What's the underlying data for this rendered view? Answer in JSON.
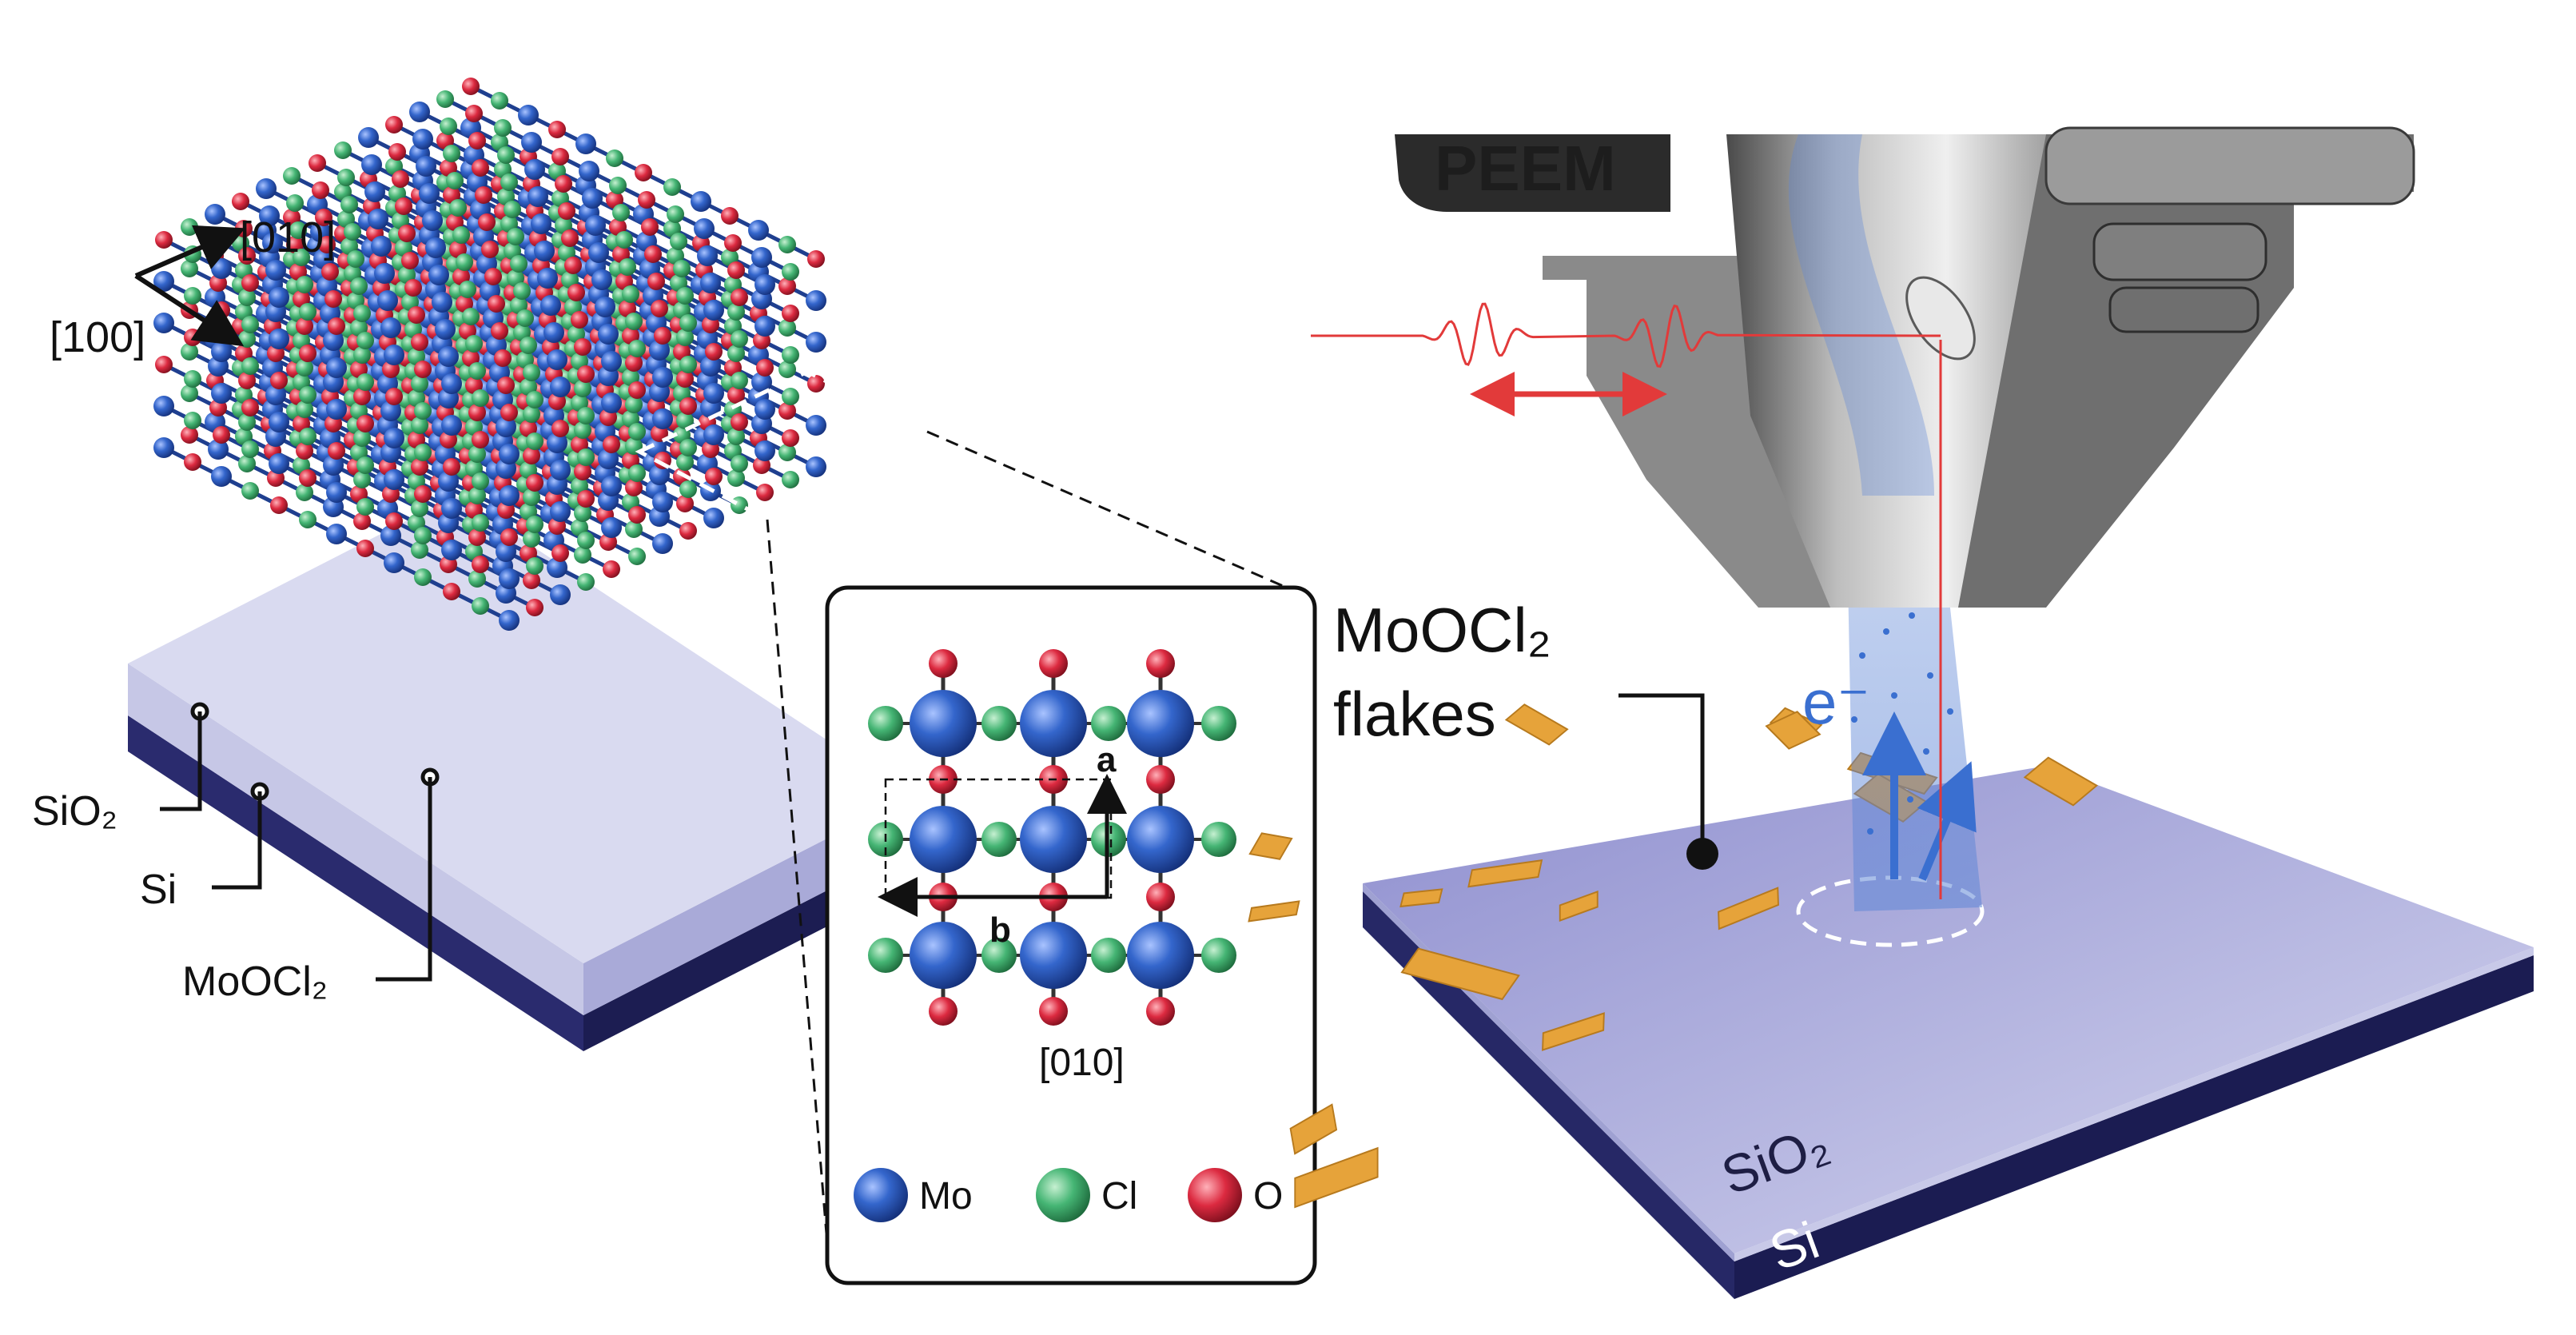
{
  "left_panel": {
    "directions": {
      "dir1": "[010]",
      "dir2": "[100]"
    },
    "layer_labels": {
      "sio2": "SiO₂",
      "si": "Si",
      "mooc": "MoOCl₂"
    }
  },
  "inset": {
    "axis_a": "a",
    "axis_b": "b",
    "view_direction": "[010]",
    "legend": [
      {
        "label": "Mo",
        "color": "#2f63c6"
      },
      {
        "label": "Cl",
        "color": "#3fae6a"
      },
      {
        "label": "O",
        "color": "#d8283c"
      }
    ]
  },
  "right_panel": {
    "instrument": "PEEM",
    "electron": "e⁻",
    "flakes_line1": "MoOCl₂",
    "flakes_line2": "flakes",
    "substrate_top": "SiO₂",
    "substrate_bottom": "Si"
  },
  "colors": {
    "mo": "#2f63c6",
    "cl": "#3fae6a",
    "o": "#d8283c",
    "sio2": "#b3b6da",
    "si": "#2a2b6e",
    "flake": "#e6a33a",
    "laser": "#e23a3a",
    "beam": "#5e86d6"
  }
}
